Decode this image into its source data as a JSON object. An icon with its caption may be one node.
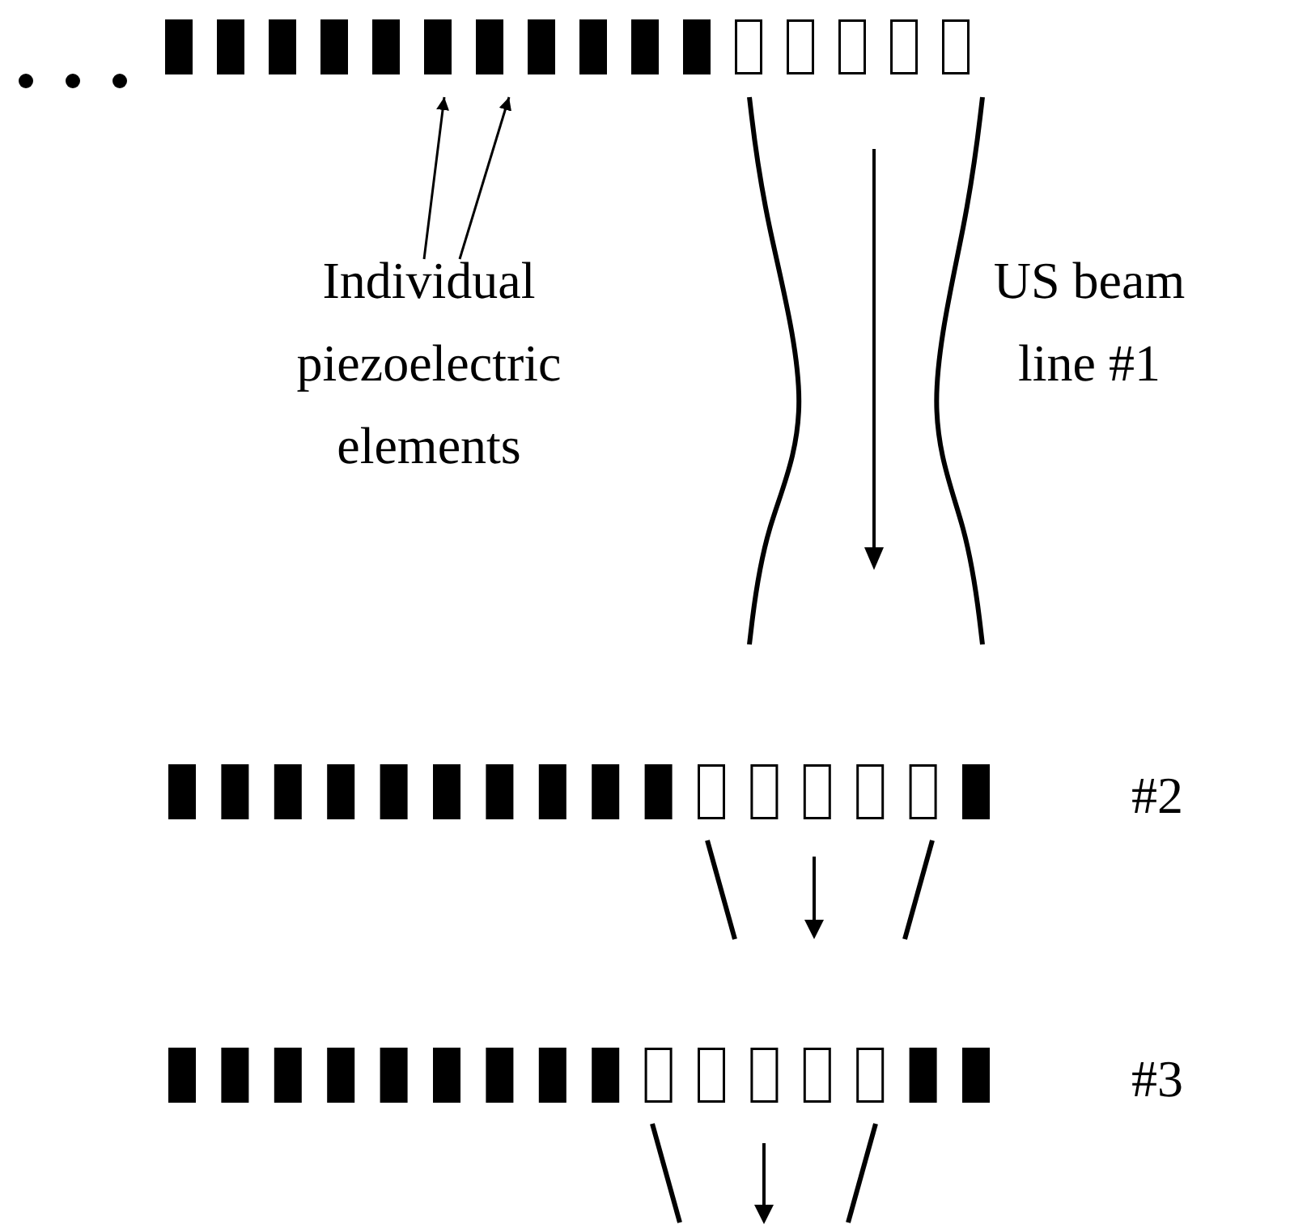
{
  "diagram": {
    "nodes": [
      {
        "text": [],
        "shape": "bar"
      },
      {
        "text": [],
        "shape": "bar"
      },
      {
        "text": [],
        "shape": "bar"
      },
      {
        "text": [],
        "shape": "bar"
      },
      {
        "text": [],
        "shape": "bar"
      },
      {
        "text": [],
        "shape": "bar"
      },
      {
        "text": [],
        "shape": "bar"
      },
      {
        "text": [],
        "shape": "bar"
      },
      {
        "text": [],
        "shape": "bar"
      },
      {
        "text": [],
        "shape": "bar"
      },
      {
        "text": [],
        "shape": "bar"
      },
      {
        "text": [],
        "shape": "box"
      },
      {
        "text": [],
        "shape": "box"
      },
      {
        "text": [],
        "shape": "box"
      },
      {
        "text": [],
        "shape": "box"
      },
      {
        "text": [],
        "shape": "box"
      },
      {
        "text": [
          "Individual piezoelectric elements"
        ]
      },
      {
        "text": [],
        "shape": "bar"
      },
      {
        "text": [],
        "shape": "bar"
      },
      {
        "text": [],
        "shape": "bar"
      },
      {
        "text": [],
        "shape": "bar"
      },
      {
        "text": [],
        "shape": "bar"
      },
      {
        "text": [],
        "shape": "bar"
      },
      {
        "text": [],
        "shape": "bar"
      },
      {
        "text": [],
        "shape": "bar"
      },
      {
        "text": [],
        "shape": "bar"
      },
      {
        "text": [],
        "shape": "bar"
      },
      {
        "text": [],
        "shape": "box"
      },
      {
        "text": [],
        "shape": "box"
      },
      {
        "text": [],
        "shape": "box"
      },
      {
        "text": [],
        "shape": "box"
      },
      {
        "text": [],
        "shape": "box"
      },
      {
        "text": [],
        "shape": "bar"
      },
      {
        "text": [],
        "shape": "bar"
      },
      {
        "text": [],
        "shape": "bar"
      },
      {
        "text": [],
        "shape": "bar"
      },
      {
        "text": [],
        "shape": "bar"
      },
      {
        "text": [],
        "shape": "bar"
      },
      {
        "text": [],
        "shape": "bar"
      },
      {
        "text": [],
        "shape": "bar"
      },
      {
        "text": [],
        "shape": "bar"
      },
      {
        "text": [],
        "shape": "bar"
      },
      {
        "text": [],
        "shape": "box"
      },
      {
        "text": [],
        "shape": "box"
      },
      {
        "text": [],
        "shape": "box"
      },
      {
        "text": [],
        "shape": "box"
      },
      {
        "text": [],
        "shape": "box"
      },
      {
        "text": [],
        "shape": "bar"
      },
      {
        "text": [],
        "shape": "bar"
      }
    ],
    "edges": [
      {
        "from": 16,
        "to": 5,
        "arrow": "to"
      },
      {
        "from": 16,
        "to": 6,
        "arrow": "to"
      }
    ],
    "labels": [
      "US beam line #1",
      "#2",
      "#3"
    ]
  }
}
